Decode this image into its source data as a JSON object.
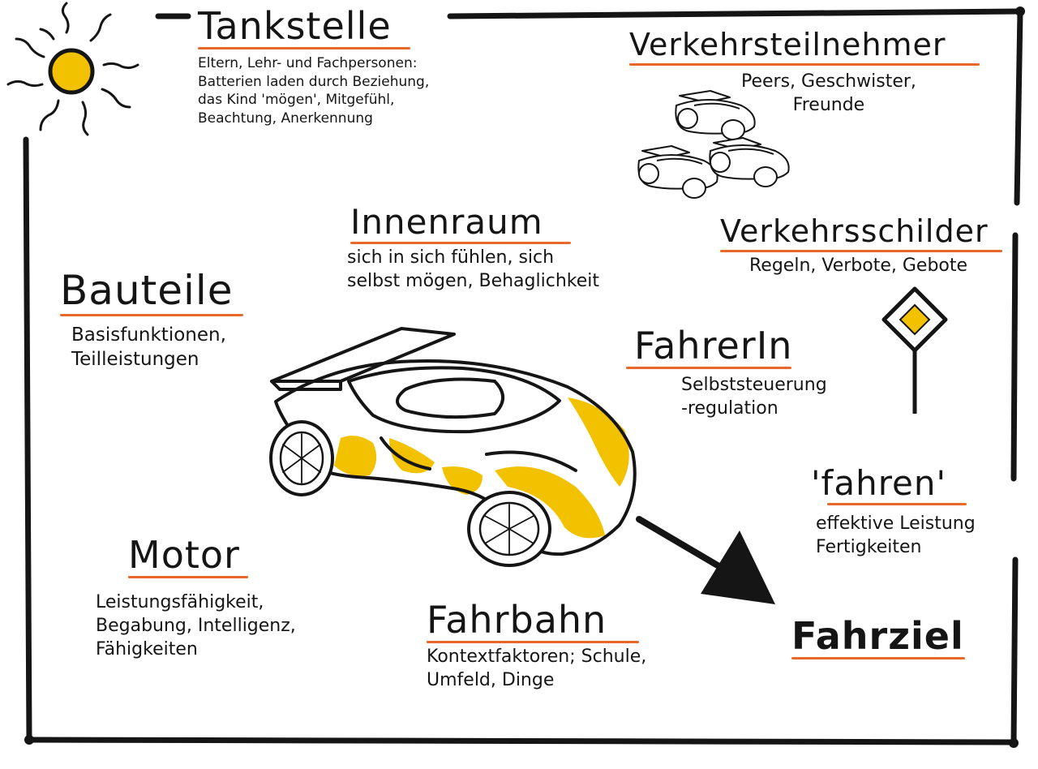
{
  "colors": {
    "ink": "#151515",
    "accent": "#e8672c",
    "fill": "#f2c200",
    "background": "#ffffff"
  },
  "icons": [
    "sun-icon",
    "sports-car-icon",
    "small-car-icon",
    "priority-road-sign-icon",
    "arrow-icon"
  ],
  "sections": {
    "tankstelle": {
      "title": "Tankstelle",
      "lines": [
        "Eltern, Lehr- und Fachpersonen:",
        "Batterien laden durch Beziehung,",
        "das Kind 'mögen', Mitgefühl,",
        "Beachtung, Anerkennung"
      ]
    },
    "verkehrsteilnehmer": {
      "title": "Verkehrsteilnehmer",
      "lines": [
        "Peers, Geschwister,",
        "Freunde"
      ]
    },
    "innenraum": {
      "title": "Innenraum",
      "lines": [
        "sich in sich fühlen, sich",
        "selbst mögen, Behaglichkeit"
      ]
    },
    "verkehrsschilder": {
      "title": "Verkehrsschilder",
      "lines": [
        "Regeln, Verbote, Gebote"
      ]
    },
    "bauteile": {
      "title": "Bauteile",
      "lines": [
        "Basisfunktionen,",
        "Teilleistungen"
      ]
    },
    "fahrerin": {
      "title": "FahrerIn",
      "lines": [
        "Selbststeuerung",
        "-regulation"
      ]
    },
    "fahren": {
      "title": "'fahren'",
      "lines": [
        "effektive Leistung",
        "Fertigkeiten"
      ]
    },
    "motor": {
      "title": "Motor",
      "lines": [
        "Leistungsfähigkeit,",
        "Begabung, Intelligenz,",
        "Fähigkeiten"
      ]
    },
    "fahrbahn": {
      "title": "Fahrbahn",
      "lines": [
        "Kontextfaktoren; Schule,",
        "Umfeld, Dinge"
      ]
    },
    "fahrziel": {
      "title": "Fahrziel"
    }
  }
}
